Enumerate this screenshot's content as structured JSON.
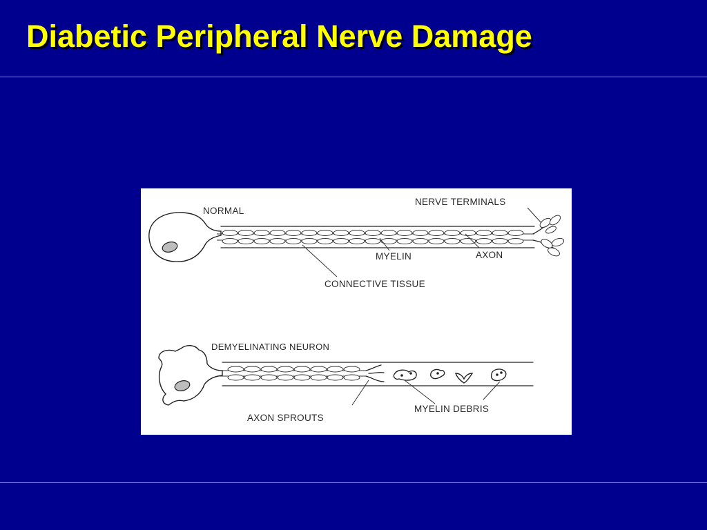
{
  "slide": {
    "title": "Diabetic Peripheral Nerve Damage",
    "background_color": "#00008e",
    "title_color": "#ffff00"
  },
  "figure": {
    "normal": {
      "heading": "NORMAL",
      "labels": {
        "nerve_terminals": "NERVE TERMINALS",
        "myelin": "MYELIN",
        "axon": "AXON",
        "connective_tissue": "CONNECTIVE  TISSUE"
      }
    },
    "demyelinating": {
      "heading": "DEMYELINATING NEURON",
      "labels": {
        "axon_sprouts": "AXON  SPROUTS",
        "myelin_debris": "MYELIN  DEBRIS"
      }
    }
  }
}
